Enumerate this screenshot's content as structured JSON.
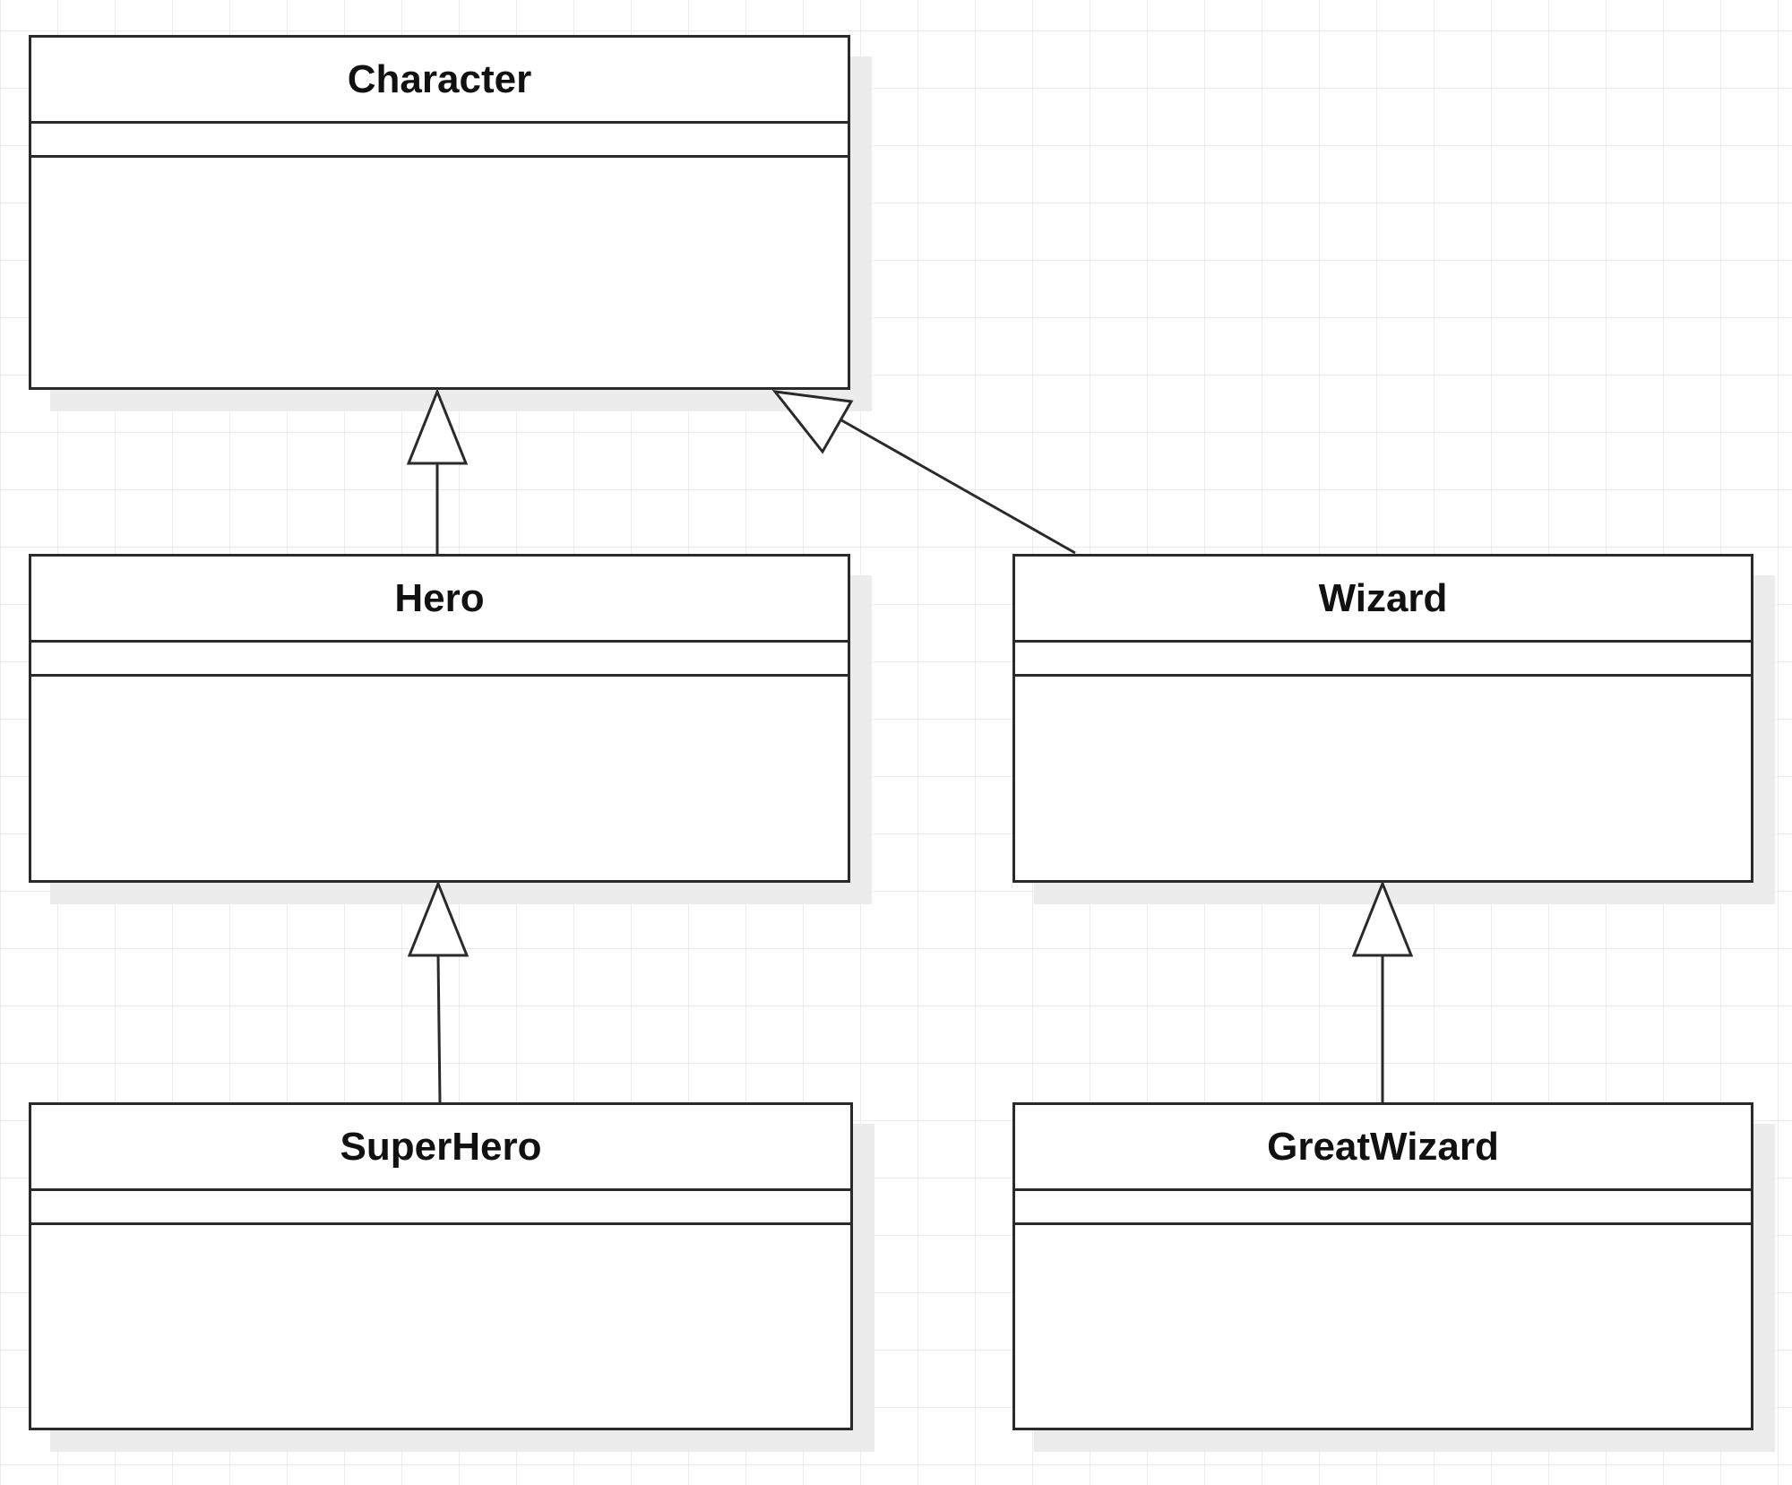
{
  "diagram": {
    "classes": {
      "character": {
        "name": "Character"
      },
      "hero": {
        "name": "Hero"
      },
      "wizard": {
        "name": "Wizard"
      },
      "superhero": {
        "name": "SuperHero"
      },
      "greatwizard": {
        "name": "GreatWizard"
      }
    },
    "relations": [
      {
        "type": "generalization",
        "from": "Hero",
        "to": "Character"
      },
      {
        "type": "generalization",
        "from": "Wizard",
        "to": "Character"
      },
      {
        "type": "generalization",
        "from": "SuperHero",
        "to": "Hero"
      },
      {
        "type": "generalization",
        "from": "GreatWizard",
        "to": "Wizard"
      }
    ]
  }
}
